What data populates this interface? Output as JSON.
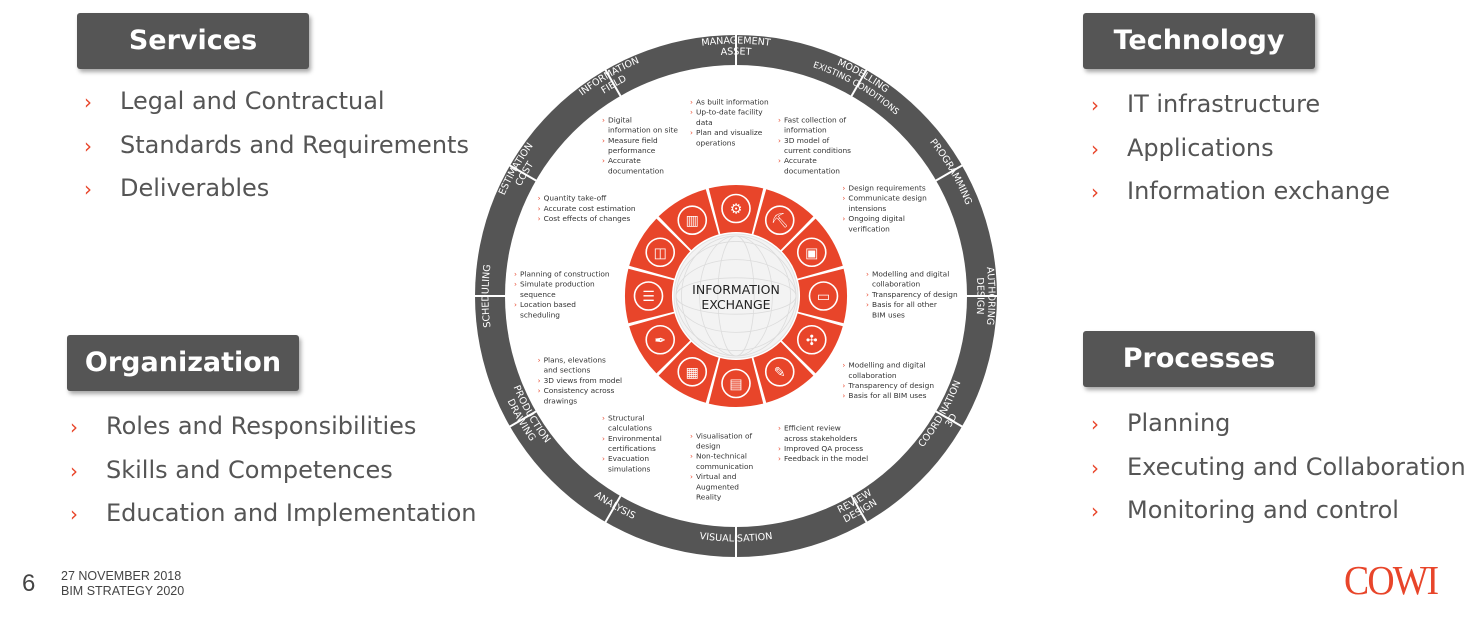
{
  "services": {
    "title": "Services",
    "items": [
      "Legal and Contractual",
      "Standards and Requirements",
      "Deliverables"
    ]
  },
  "organization": {
    "title": "Organization",
    "items": [
      "Roles and Responsibilities",
      "Skills and Competences",
      "Education and Implementation"
    ]
  },
  "technology": {
    "title": "Technology",
    "items": [
      "IT infrastructure",
      "Applications",
      "Information exchange"
    ]
  },
  "processes": {
    "title": "Processes",
    "items": [
      "Planning",
      "Executing and Collaboration",
      "Monitoring and control"
    ]
  },
  "bullet_glyph": "›",
  "footer": {
    "page_number": "6",
    "date": "27 NOVEMBER 2018",
    "subtitle": "BIM STRATEGY 2020",
    "logo": "COWI"
  },
  "wheel": {
    "center_label": [
      "INFORMATION",
      "EXCHANGE"
    ],
    "segments": [
      {
        "label": [
          "ASSET",
          "MANAGEMENT"
        ],
        "icon": "gears-icon",
        "notes": [
          "As built information",
          "Up-to-date facility",
          "data",
          "Plan and visualize",
          "operations"
        ]
      },
      {
        "label": [
          "EXISTING CONDITIONS",
          "MODELLING"
        ],
        "icon": "excavator-icon",
        "notes": [
          "Fast collection of",
          "information",
          "3D model of",
          "current conditions",
          "Accurate",
          "documentation"
        ]
      },
      {
        "label": [
          "PROGRAMMING"
        ],
        "icon": "calculator-screen-icon",
        "notes": [
          "Design requirements",
          "Communicate design",
          "intensions",
          "Ongoing digital",
          "verification"
        ]
      },
      {
        "label": [
          "DESIGN",
          "AUTHORING"
        ],
        "icon": "monitor-icon",
        "notes": [
          "Modelling and digital",
          "collaboration",
          "Transparency of design",
          "Basis for all other",
          "BIM uses"
        ]
      },
      {
        "label": [
          "3D",
          "COORDINATION"
        ],
        "icon": "coordination-icon",
        "notes": [
          "Modelling and digital",
          "collaboration",
          "Transparency of design",
          "Basis for all BIM uses"
        ]
      },
      {
        "label": [
          "DESIGN",
          "REVIEW"
        ],
        "icon": "review-checklist-icon",
        "notes": [
          "Efficient review",
          "across stakeholders",
          "Improved QA process",
          "Feedback in the model"
        ]
      },
      {
        "label": [
          "VISUALISATION"
        ],
        "icon": "presentation-icon",
        "notes": [
          "Visualisation of",
          "design",
          "Non-technical",
          "communication",
          "Virtual and",
          "Augmented",
          "Reality"
        ]
      },
      {
        "label": [
          "ANALYSIS"
        ],
        "icon": "calculator-icon",
        "notes": [
          "Structural",
          "calculations",
          "Environmental",
          "certifications",
          "Evacuation",
          "simulations"
        ]
      },
      {
        "label": [
          "DRAWING",
          "PRODUCTION"
        ],
        "icon": "pen-icon",
        "notes": [
          "Plans, elevations",
          "and sections",
          "3D views from model",
          "Consistency across",
          "drawings"
        ]
      },
      {
        "label": [
          "SCHEDULING"
        ],
        "icon": "schedule-icon",
        "notes": [
          "Planning of construction",
          "Simulate production",
          "sequence",
          "Location based",
          "scheduling"
        ]
      },
      {
        "label": [
          "COST",
          "ESTIMATION"
        ],
        "icon": "money-icon",
        "notes": [
          "Quantity take-off",
          "Accurate cost estimation",
          "Cost effects of changes"
        ]
      },
      {
        "label": [
          "FIELD",
          "INFORMATION"
        ],
        "icon": "tablet-icon",
        "notes": [
          "Digital",
          "information on site",
          "Measure field",
          "performance",
          "Accurate",
          "documentation"
        ]
      }
    ]
  },
  "colors": {
    "box": "#555555",
    "ring": "#555555",
    "accent": "#e8452a",
    "note_text": "#333333"
  }
}
